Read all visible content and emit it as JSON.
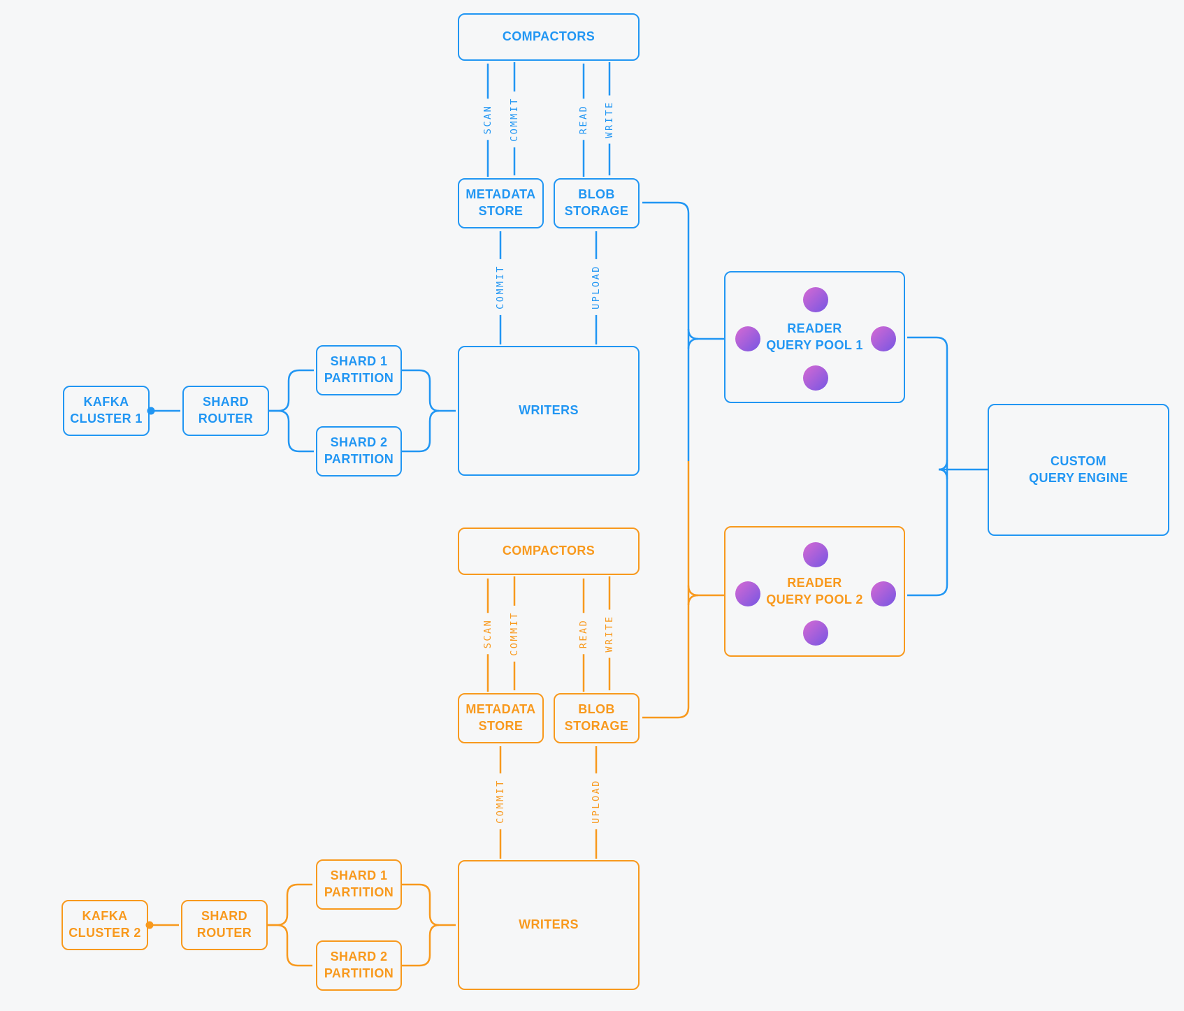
{
  "colors": {
    "blue": "#2196F3",
    "orange": "#F8991D",
    "background": "#F6F7F8",
    "dot_gradient_start": "#CD68D4",
    "dot_gradient_end": "#7F58E1"
  },
  "blue_pipeline": {
    "compactors": "COMPACTORS",
    "metadata_store": "METADATA\nSTORE",
    "blob_storage": "BLOB\nSTORAGE",
    "kafka_cluster": "KAFKA\nCLUSTER 1",
    "shard_router": "SHARD\nROUTER",
    "shard1_partition": "SHARD 1\nPARTITION",
    "shard2_partition": "SHARD 2\nPARTITION",
    "writers": "WRITERS",
    "reader_pool": "READER\nQUERY POOL 1",
    "edge_labels": {
      "scan": "SCAN",
      "commit": "COMMIT",
      "read": "READ",
      "write": "WRITE",
      "writer_commit": "COMMIT",
      "writer_upload": "UPLOAD"
    }
  },
  "orange_pipeline": {
    "compactors": "COMPACTORS",
    "metadata_store": "METADATA\nSTORE",
    "blob_storage": "BLOB\nSTORAGE",
    "kafka_cluster": "KAFKA\nCLUSTER 2",
    "shard_router": "SHARD\nROUTER",
    "shard1_partition": "SHARD 1\nPARTITION",
    "shard2_partition": "SHARD 2\nPARTITION",
    "writers": "WRITERS",
    "reader_pool": "READER\nQUERY POOL 2",
    "edge_labels": {
      "scan": "SCAN",
      "commit": "COMMIT",
      "read": "READ",
      "write": "WRITE",
      "writer_commit": "COMMIT",
      "writer_upload": "UPLOAD"
    }
  },
  "query_engine": "CUSTOM\nQUERY ENGINE"
}
